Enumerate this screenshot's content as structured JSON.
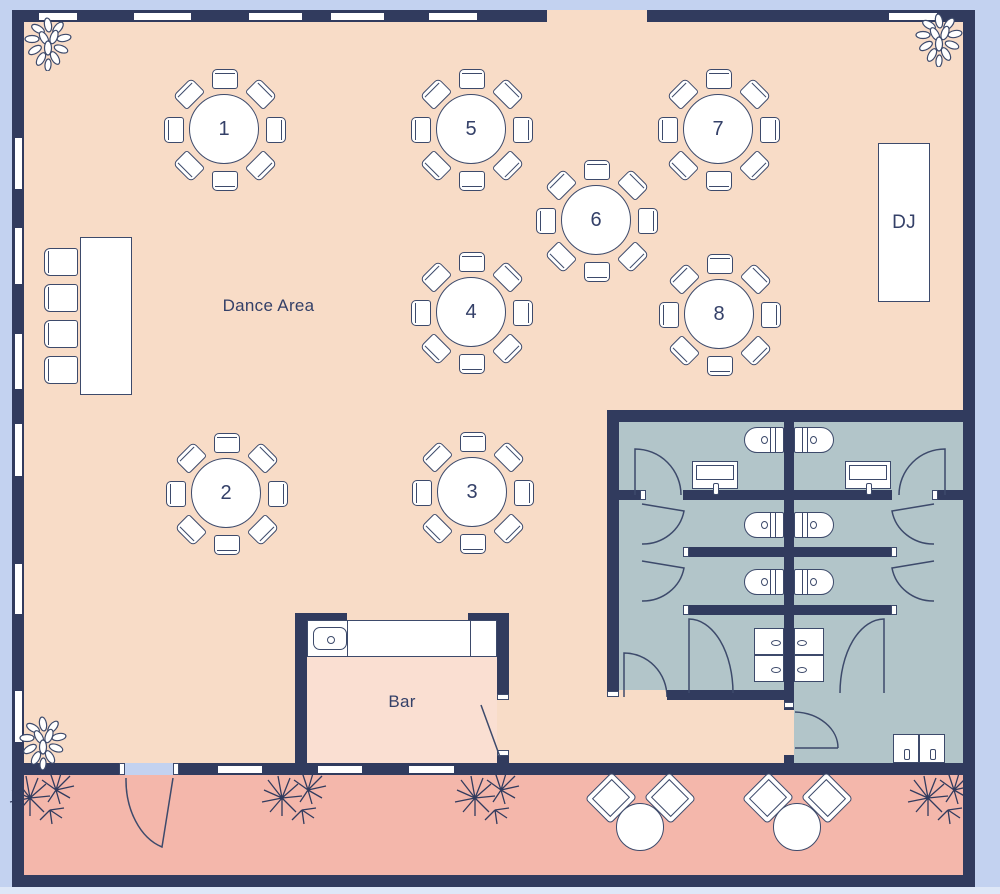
{
  "plan": {
    "labels": {
      "dance_area": "Dance Area",
      "bar": "Bar",
      "dj": "DJ"
    },
    "tables": [
      {
        "number": "1",
        "seats": 8
      },
      {
        "number": "2",
        "seats": 8
      },
      {
        "number": "3",
        "seats": 8
      },
      {
        "number": "4",
        "seats": 8
      },
      {
        "number": "5",
        "seats": 8
      },
      {
        "number": "6",
        "seats": 8
      },
      {
        "number": "7",
        "seats": 8
      },
      {
        "number": "8",
        "seats": 8
      }
    ],
    "patio_bistro_sets": 2,
    "head_table_seats": 4,
    "colors": {
      "background": "#c3d2f0",
      "wall": "#313b5e",
      "hall_floor": "#f8dcc7",
      "patio_floor": "#f4b7ab",
      "restroom_floor": "#b2c5c9",
      "bar_floor": "#fadfd2",
      "furniture_line": "#3d4a6b",
      "text": "#344068"
    }
  }
}
